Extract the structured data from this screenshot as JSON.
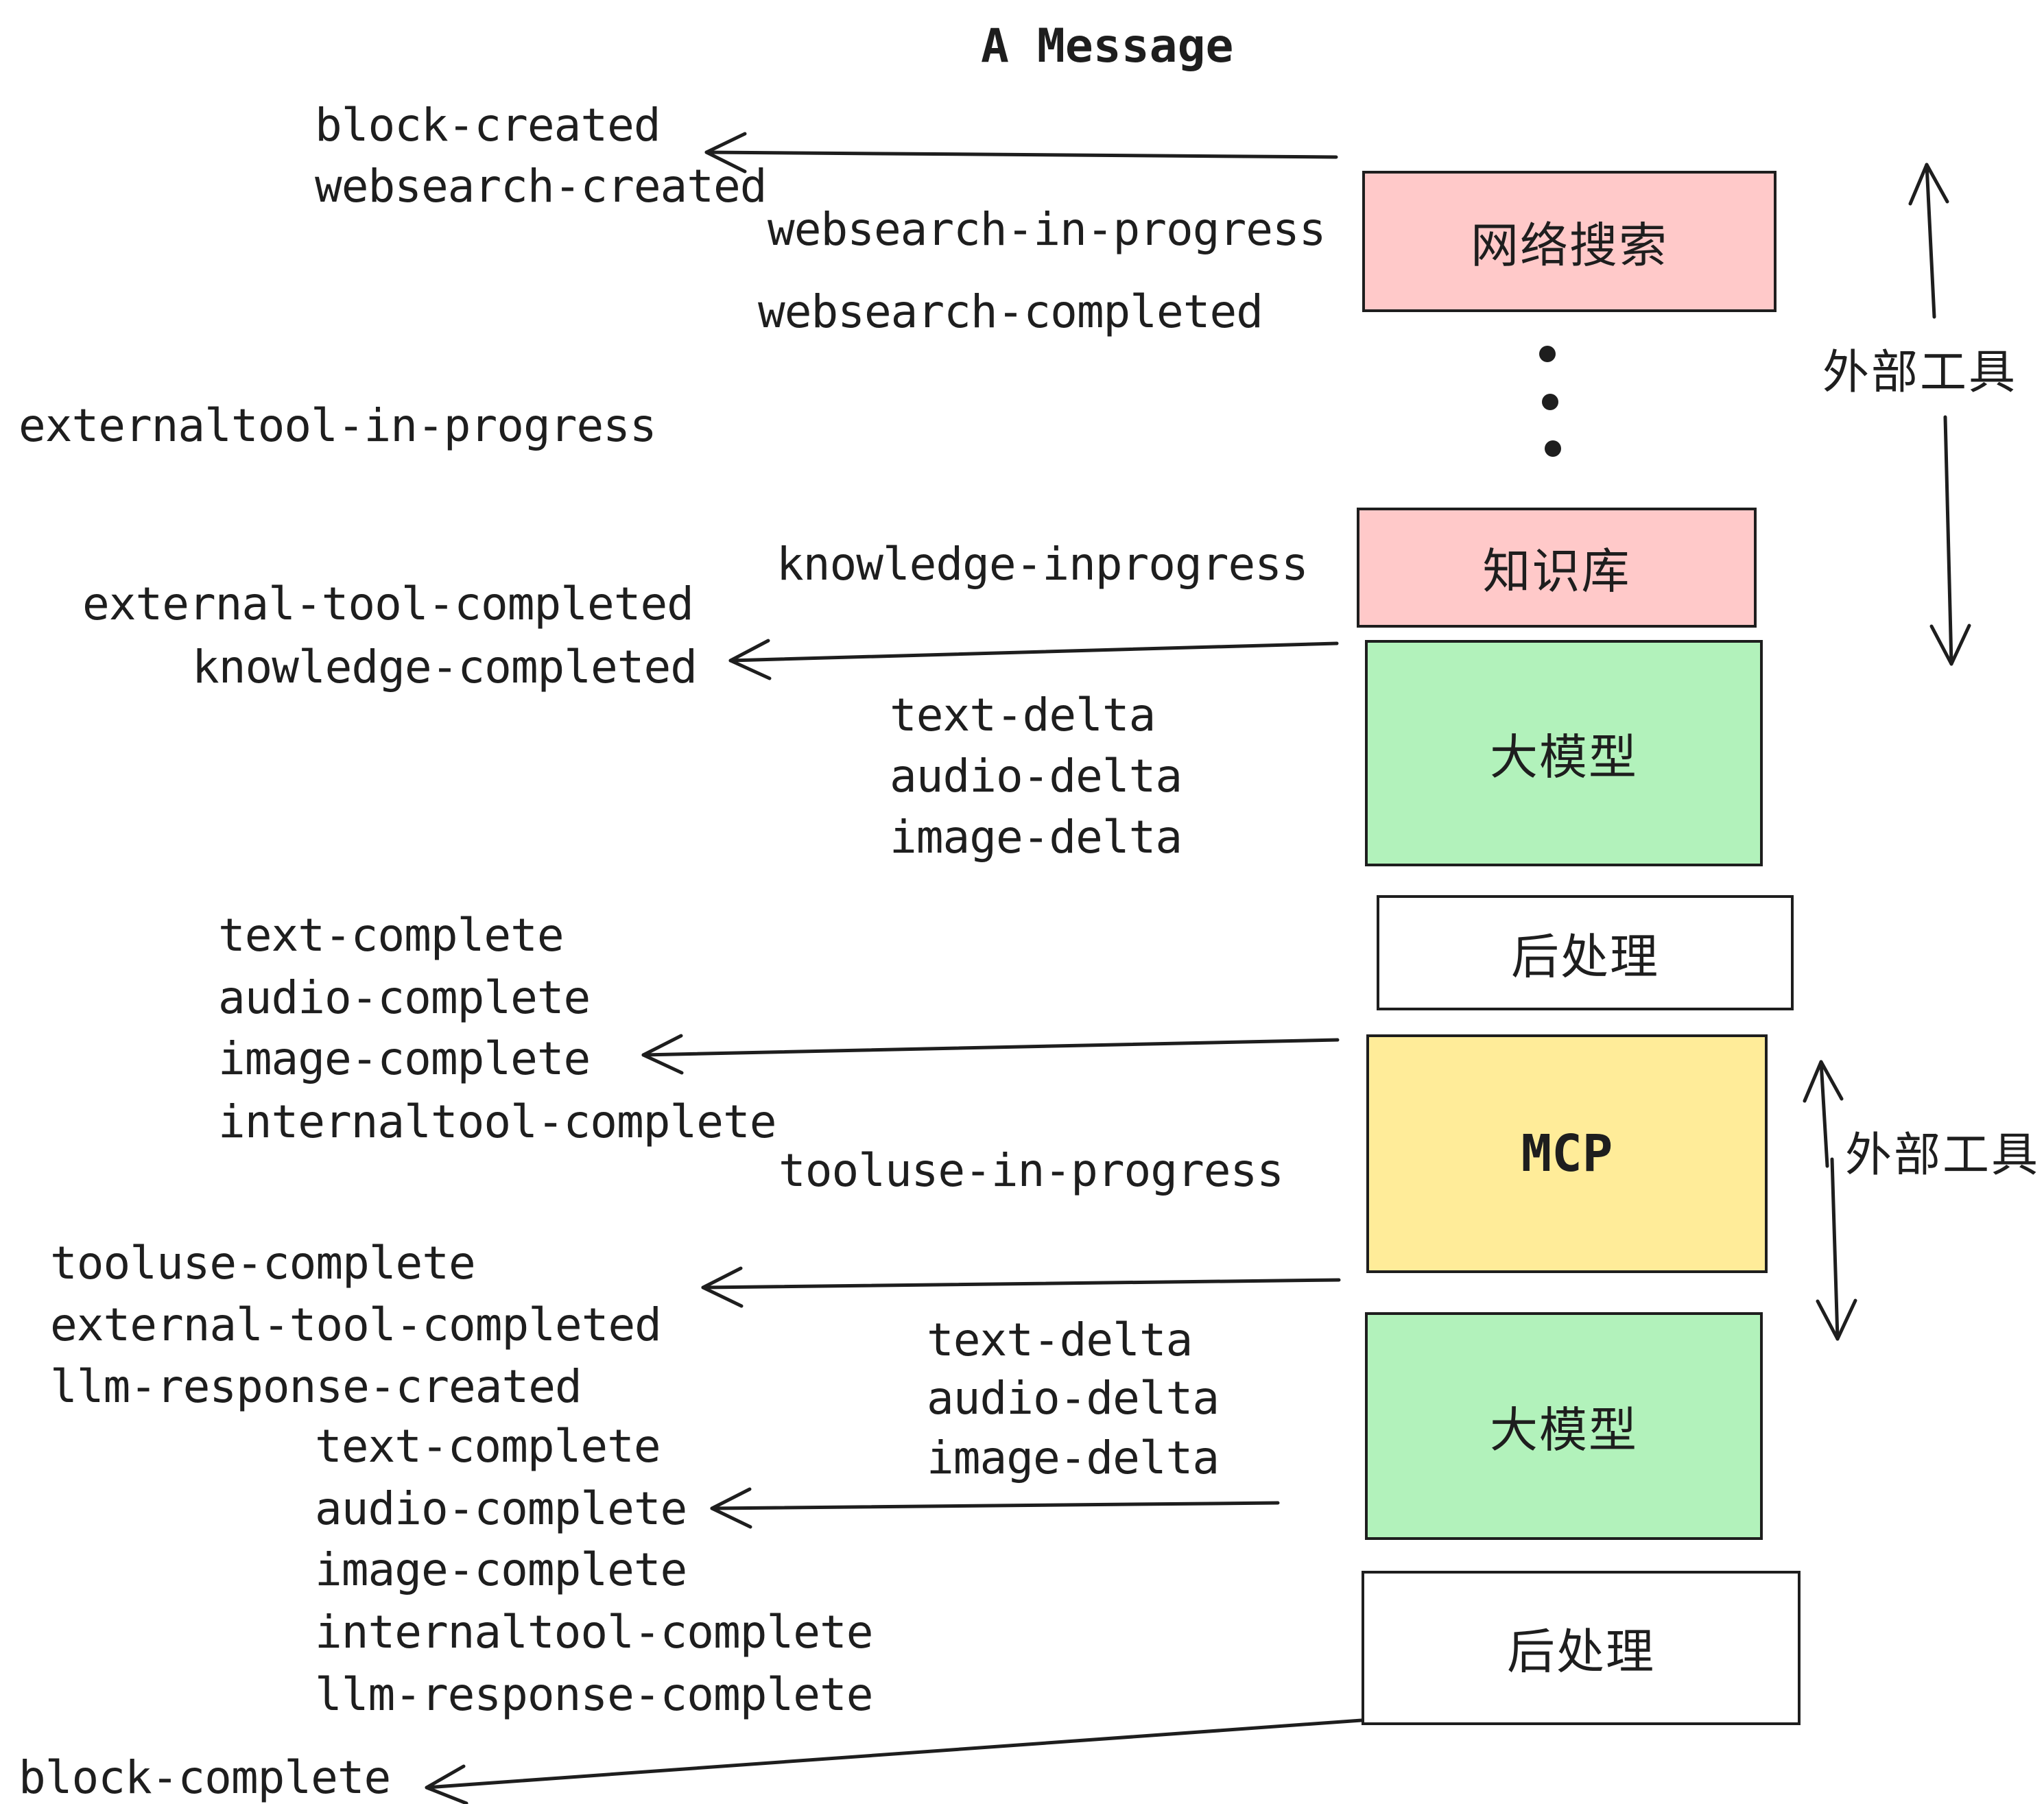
{
  "title": "A Message",
  "colors": {
    "pink": "#FFC9C9",
    "green": "#B2F2BB",
    "yellow": "#FFEC99",
    "white": "#FFFFFF",
    "stroke": "#1e1e1e",
    "background": "#FFFFFF"
  },
  "boxes": {
    "websearch": "网络搜索",
    "knowledge": "知识库",
    "llm1": "大模型",
    "post1": "后处理",
    "mcp": "MCP",
    "llm2": "大模型",
    "post2": "后处理"
  },
  "side_labels": {
    "external_tools_top": "外部工具",
    "external_tools_mcp": "外部工具"
  },
  "events": {
    "block_created": "block-created",
    "websearch_created": "websearch-created",
    "websearch_in_progress": "websearch-in-progress",
    "websearch_completed": "websearch-completed",
    "externaltool_in_progress": "externaltool-in-progress",
    "knowledge_inprogress": "knowledge-inprogress",
    "external_tool_completed_1": "external-tool-completed",
    "knowledge_completed": "knowledge-completed",
    "text_delta_1": "text-delta",
    "audio_delta_1": "audio-delta",
    "image_delta_1": "image-delta",
    "text_complete_1": "text-complete",
    "audio_complete_1": "audio-complete",
    "image_complete_1": "image-complete",
    "internaltool_complete_1": "internaltool-complete",
    "tooluse_in_progress": "tooluse-in-progress",
    "tooluse_complete": "tooluse-complete",
    "external_tool_completed_2": "external-tool-completed",
    "llm_response_created": "llm-response-created",
    "text_delta_2": "text-delta",
    "audio_delta_2": "audio-delta",
    "image_delta_2": "image-delta",
    "text_complete_2": "text-complete",
    "audio_complete_2": "audio-complete",
    "image_complete_2": "image-complete",
    "internaltool_complete_2": "internaltool-complete",
    "llm_response_complete": "llm-response-complete",
    "block_complete": "block-complete"
  }
}
